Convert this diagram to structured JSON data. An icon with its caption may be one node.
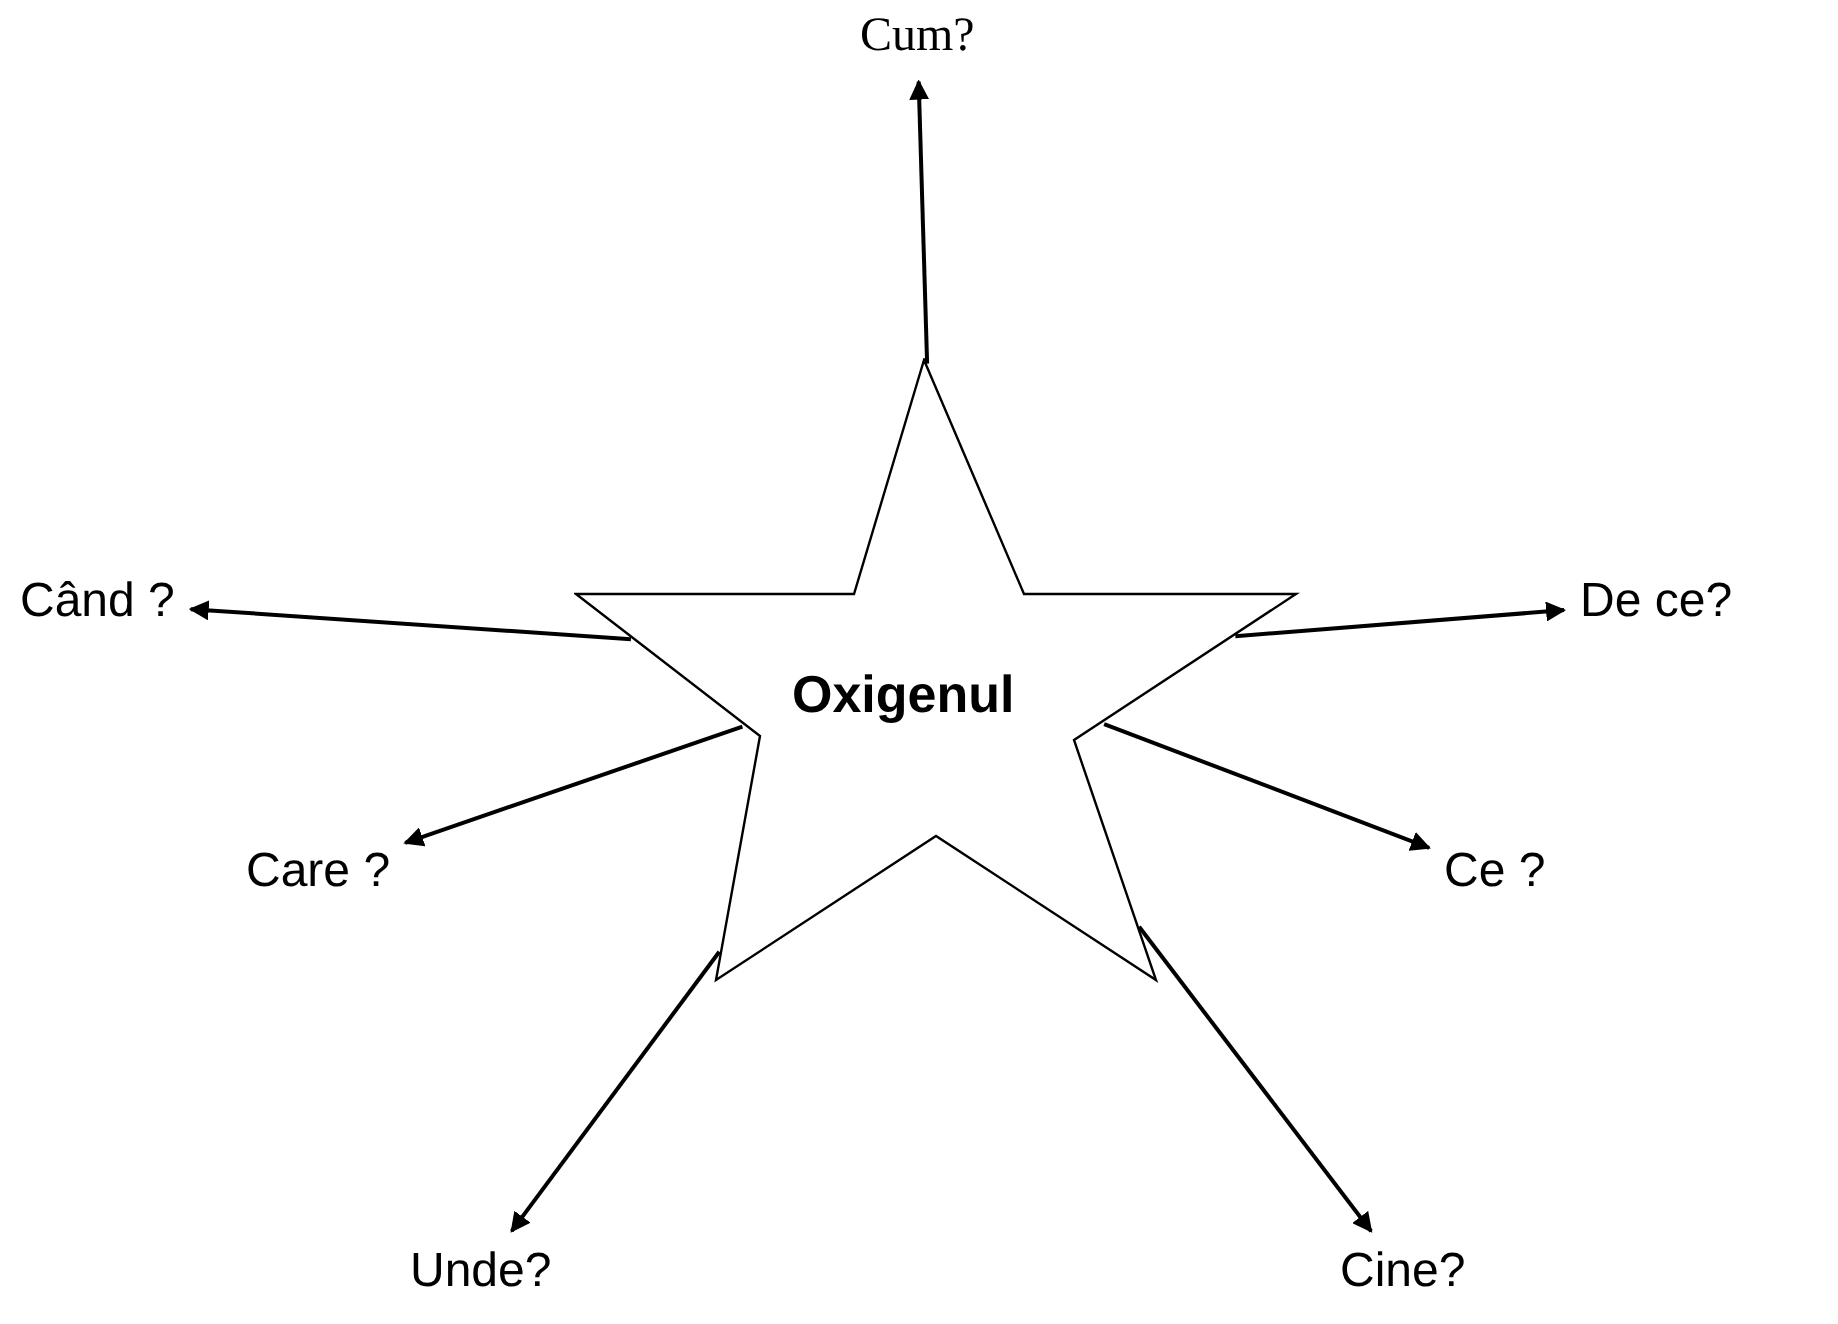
{
  "diagram": {
    "nodes": [
      {
        "text": [
          "Oxigenul"
        ]
      },
      {
        "text": [
          "Cum?"
        ]
      },
      {
        "text": [
          "Când ?"
        ]
      },
      {
        "text": [
          "De ce?"
        ]
      },
      {
        "text": [
          "Care ?"
        ]
      },
      {
        "text": [
          "Ce ?"
        ]
      },
      {
        "text": [
          "Unde?"
        ]
      },
      {
        "text": [
          "Cine?"
        ]
      }
    ],
    "edges": [
      {
        "from": 0,
        "to": 1,
        "arrow": "to"
      },
      {
        "from": 0,
        "to": 2,
        "arrow": "to"
      },
      {
        "from": 0,
        "to": 3,
        "arrow": "to"
      },
      {
        "from": 0,
        "to": 4,
        "arrow": "to"
      },
      {
        "from": 0,
        "to": 5,
        "arrow": "to"
      },
      {
        "from": 0,
        "to": 6,
        "arrow": "to"
      },
      {
        "from": 0,
        "to": 7,
        "arrow": "to"
      }
    ]
  }
}
